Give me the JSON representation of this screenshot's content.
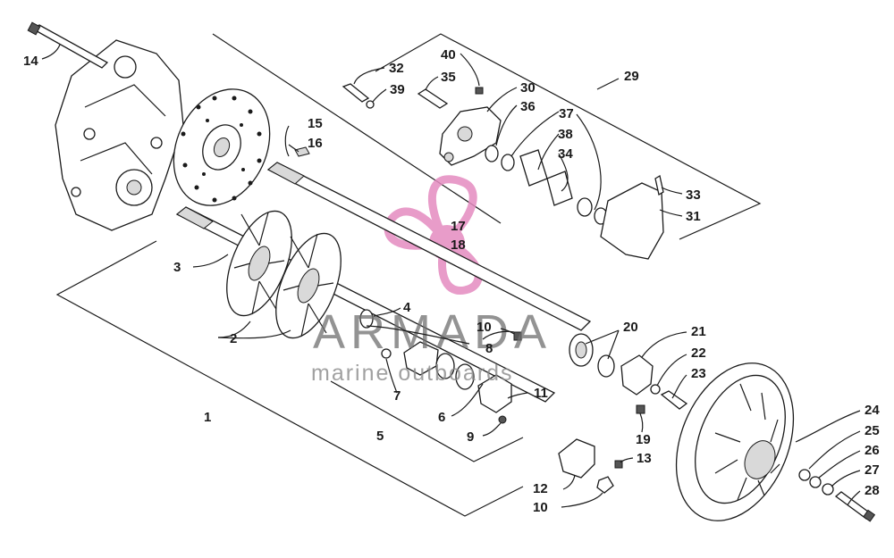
{
  "watermark": {
    "title": "ARMADA",
    "subtitle": "marine outboards",
    "accent_color": "#e48bc0"
  },
  "callouts": [
    {
      "id": "c1",
      "label": "1"
    },
    {
      "id": "c2",
      "label": "2"
    },
    {
      "id": "c3",
      "label": "3"
    },
    {
      "id": "c4",
      "label": "4"
    },
    {
      "id": "c5",
      "label": "5"
    },
    {
      "id": "c6",
      "label": "6"
    },
    {
      "id": "c7",
      "label": "7"
    },
    {
      "id": "c8",
      "label": "8"
    },
    {
      "id": "c9",
      "label": "9"
    },
    {
      "id": "c10a",
      "label": "10"
    },
    {
      "id": "c10b",
      "label": "10"
    },
    {
      "id": "c11",
      "label": "11"
    },
    {
      "id": "c12",
      "label": "12"
    },
    {
      "id": "c13",
      "label": "13"
    },
    {
      "id": "c14",
      "label": "14"
    },
    {
      "id": "c15",
      "label": "15"
    },
    {
      "id": "c16",
      "label": "16"
    },
    {
      "id": "c17",
      "label": "17"
    },
    {
      "id": "c18",
      "label": "18"
    },
    {
      "id": "c19",
      "label": "19"
    },
    {
      "id": "c20",
      "label": "20"
    },
    {
      "id": "c21",
      "label": "21"
    },
    {
      "id": "c22",
      "label": "22"
    },
    {
      "id": "c23",
      "label": "23"
    },
    {
      "id": "c24",
      "label": "24"
    },
    {
      "id": "c25",
      "label": "25"
    },
    {
      "id": "c26",
      "label": "26"
    },
    {
      "id": "c27",
      "label": "27"
    },
    {
      "id": "c28",
      "label": "28"
    },
    {
      "id": "c29",
      "label": "29"
    },
    {
      "id": "c30",
      "label": "30"
    },
    {
      "id": "c31",
      "label": "31"
    },
    {
      "id": "c32",
      "label": "32"
    },
    {
      "id": "c33",
      "label": "33"
    },
    {
      "id": "c34",
      "label": "34"
    },
    {
      "id": "c35",
      "label": "35"
    },
    {
      "id": "c36",
      "label": "36"
    },
    {
      "id": "c37",
      "label": "37"
    },
    {
      "id": "c38",
      "label": "38"
    },
    {
      "id": "c39",
      "label": "39"
    },
    {
      "id": "c40",
      "label": "40"
    }
  ]
}
